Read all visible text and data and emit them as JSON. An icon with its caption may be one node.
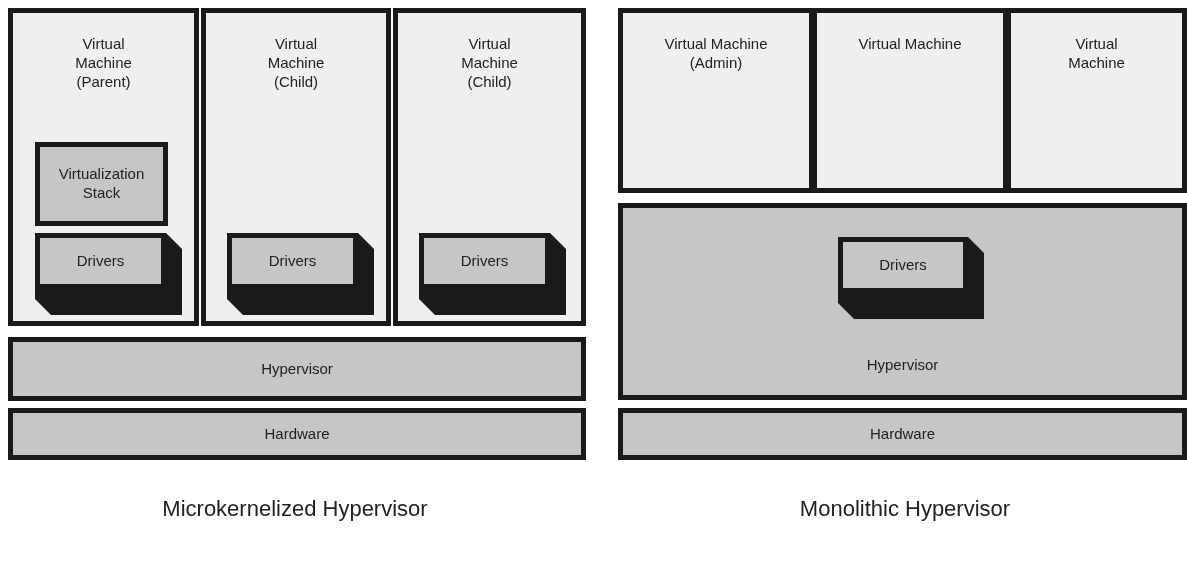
{
  "diagram": {
    "nodes": [
      {
        "text": [
          "Virtual Machine (Parent)"
        ]
      },
      {
        "text": [
          "Virtualization Stack"
        ],
        "in": 0
      },
      {
        "text": [
          "Drivers"
        ],
        "in": 0
      },
      {
        "text": [
          "Virtual Machine (Child)"
        ]
      },
      {
        "text": [
          "Drivers"
        ],
        "in": 3
      },
      {
        "text": [
          "Virtual Machine (Child)"
        ]
      },
      {
        "text": [
          "Drivers"
        ],
        "in": 5
      },
      {
        "text": [
          "Hypervisor"
        ]
      },
      {
        "text": [
          "Hardware"
        ]
      },
      {
        "text": [
          "Virtual Machine (Admin)"
        ]
      },
      {
        "text": [
          "Virtual Machine"
        ]
      },
      {
        "text": [
          "Virtual Machine"
        ]
      },
      {
        "text": [
          "Hypervisor"
        ]
      },
      {
        "text": [
          "Drivers"
        ],
        "in": 12
      },
      {
        "text": [
          "Hardware"
        ]
      }
    ],
    "labels": [
      "Microkernelized Hypervisor",
      "Monolithic Hypervisor"
    ]
  }
}
